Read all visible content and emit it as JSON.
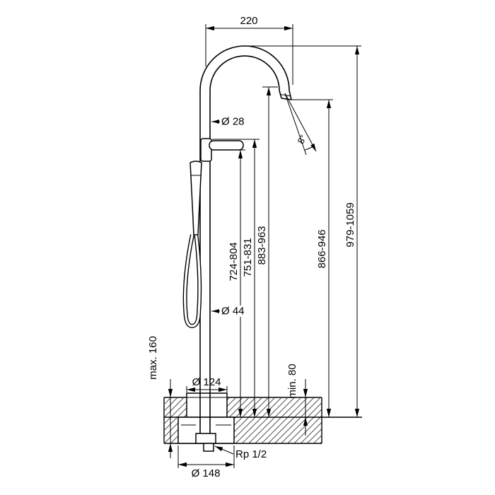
{
  "drawing": {
    "spout_reach": "220",
    "pipe_diameter": "Ø 28",
    "spout_angle": "8°",
    "height_handle": "724-804",
    "height_handle_top": "751-831",
    "height_spout": "883-963",
    "height_outlet": "866-946",
    "height_overall": "979-1059",
    "column_diameter": "Ø 44",
    "floor_max": "max. 160",
    "escutcheon_diameter": "Ø 124",
    "floor_min": "min. 80",
    "connection_thread": "Rp 1/2",
    "base_set_diameter": "Ø 148"
  },
  "colors": {
    "line": "#000000",
    "background": "#ffffff"
  }
}
